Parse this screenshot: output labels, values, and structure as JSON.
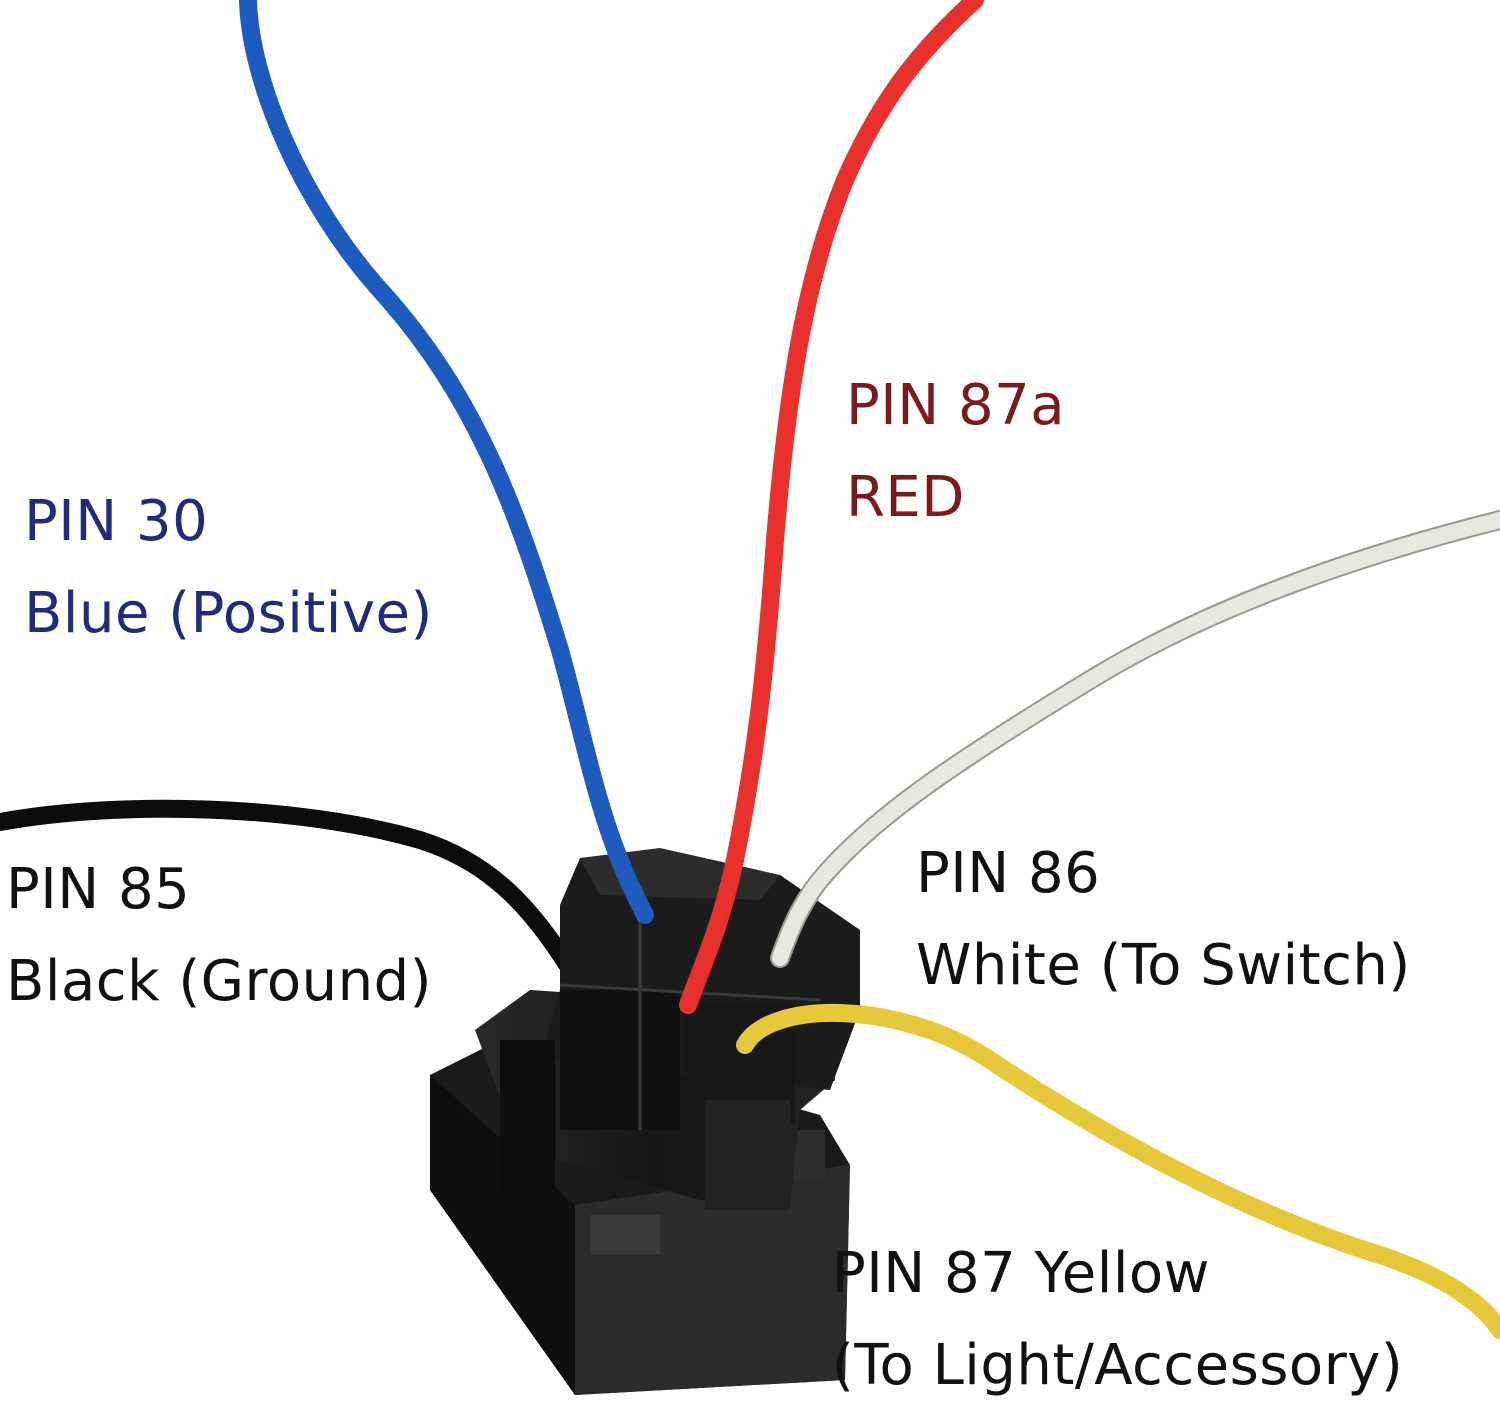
{
  "labels": {
    "pin30": {
      "line1": "PIN 30",
      "line2": "Blue (Positive)",
      "color": "#232a7c"
    },
    "pin87a": {
      "line1": "PIN 87a",
      "line2": "RED",
      "color": "#7a1a1e"
    },
    "pin85": {
      "line1": "PIN 85",
      "line2": "Black (Ground)",
      "color": "#111111"
    },
    "pin86": {
      "line1": "PIN 86",
      "line2": "White (To Switch)",
      "color": "#111111"
    },
    "pin87": {
      "line1": "PIN 87 Yellow",
      "line2": "(To Light/Accessory)",
      "color": "#111111"
    }
  },
  "wire_colors": {
    "blue": "#1e5bbf",
    "red": "#e8302c",
    "white": "#e9e7e2",
    "black": "#0c0c0c",
    "yellow": "#e6c93a"
  },
  "connector_color": "#151515"
}
